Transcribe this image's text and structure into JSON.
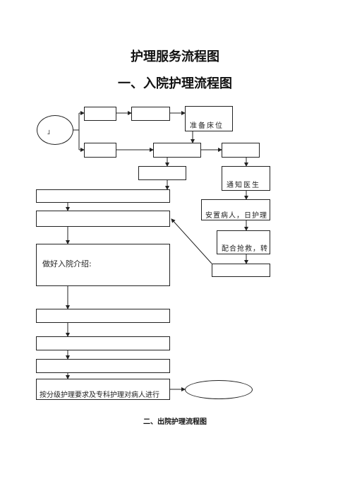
{
  "title": "护理服务流程图",
  "subtitle": "一、入院护理流程图",
  "section2_title": "二、出院护理流程图",
  "nodes": {
    "start": "」",
    "n_top1": "",
    "n_top2": "",
    "n_bed": "准备床位",
    "n_mid1": "",
    "n_mid2": "",
    "n_mid3": "",
    "n_left_a": "",
    "n_notify": "通知医生",
    "n_wide1": "",
    "n_wide2": "",
    "n_escort": "安置病人，日护理",
    "n_intro": "做好入院介绍:",
    "n_assist": "配合抢救，转",
    "n_right_bottom": "",
    "n_wide3": "",
    "n_wide4": "",
    "n_wide5": "",
    "n_final": "按分级护理要求及专科护理对病人进行",
    "n_oval": ""
  }
}
